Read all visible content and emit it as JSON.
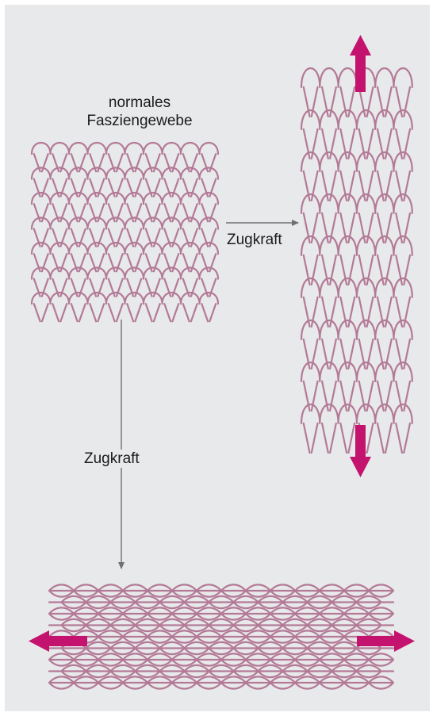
{
  "labels": {
    "normal_line1": "normales",
    "normal_line2": "Fasziengewebe",
    "force_right": "Zugkraft",
    "force_down": "Zugkraft"
  },
  "colors": {
    "panel": "#e8e9ea",
    "mesh": "#b37a97",
    "force_arrow": "#c4136e",
    "connector": "#6f6f6f"
  },
  "icons": [
    "mesh-normal",
    "mesh-stretched-vertical",
    "mesh-stretched-horizontal",
    "force-arrow",
    "connector-arrow"
  ]
}
